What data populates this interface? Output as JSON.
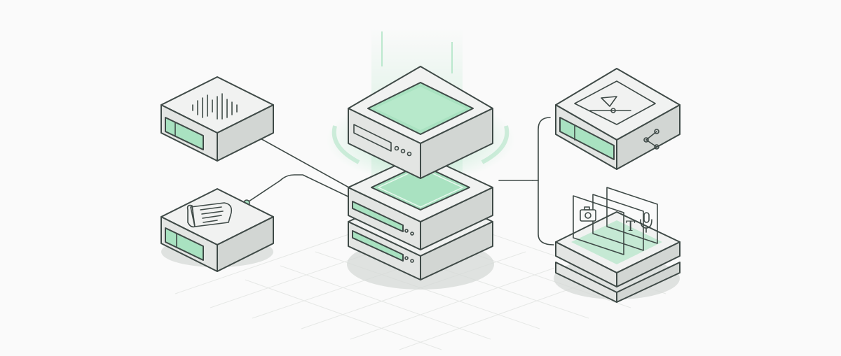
{
  "diagram": {
    "accent_color": "#a9e2c1",
    "line_color": "#3f4a47",
    "background_color": "#fafafa",
    "nodes": [
      {
        "id": "audio-source",
        "icon": "waveform-icon"
      },
      {
        "id": "document-source",
        "icon": "scroll-document-icon"
      },
      {
        "id": "central-hub-top",
        "icon": "glowing-panel-icon"
      },
      {
        "id": "central-hub-stack",
        "icon": "server-stack-icon"
      },
      {
        "id": "video-output",
        "icon": "play-icon",
        "secondary_icon": "share-icon"
      },
      {
        "id": "multimodal-output",
        "icon": "media-cards-icon",
        "card_icons": [
          "camera-icon",
          "text-icon",
          "microphone-icon"
        ]
      }
    ],
    "edges": [
      {
        "from": "audio-source",
        "to": "central-hub-stack"
      },
      {
        "from": "document-source",
        "to": "central-hub-stack"
      },
      {
        "from": "central-hub-stack",
        "to": "video-output"
      },
      {
        "from": "central-hub-stack",
        "to": "multimodal-output"
      }
    ],
    "card_text_glyph": "T"
  }
}
